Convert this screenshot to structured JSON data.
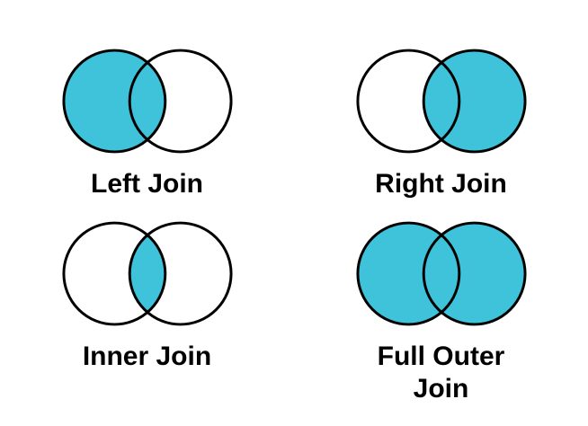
{
  "page": {
    "background": "#ffffff"
  },
  "colors": {
    "accent": "#3EC3DA",
    "outline": "#000000",
    "text": "#000000",
    "unfilled": "#ffffff"
  },
  "diagrams": [
    {
      "label": "Left Join",
      "highlight": "left"
    },
    {
      "label": "Right Join",
      "highlight": "right"
    },
    {
      "label": "Inner Join",
      "highlight": "intersection"
    },
    {
      "label": "Full Outer Join",
      "highlight": "both"
    }
  ]
}
